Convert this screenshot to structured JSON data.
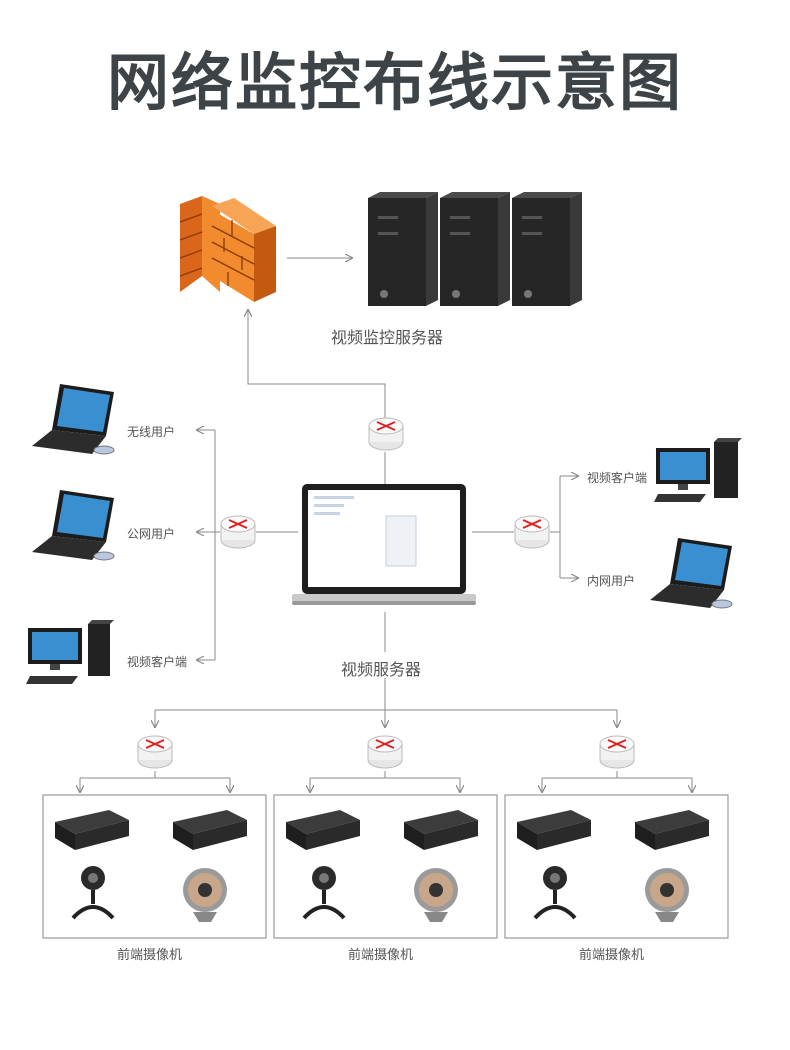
{
  "title": "网络监控布线示意图",
  "labels": {
    "video_monitor_server": "视频监控服务器",
    "wireless_user": "无线用户",
    "public_user": "公网用户",
    "video_client_left": "视频客户端",
    "video_client_right": "视频客户端",
    "intranet_user": "内网用户",
    "video_server": "视频服务器",
    "front_camera_1": "前端摄像机",
    "front_camera_2": "前端摄像机",
    "front_camera_3": "前端摄像机"
  },
  "colors": {
    "firewall": "#f28a2e",
    "line": "#8a8a8a",
    "router_arrow": "#e02020",
    "server": "#2a2a2a"
  }
}
